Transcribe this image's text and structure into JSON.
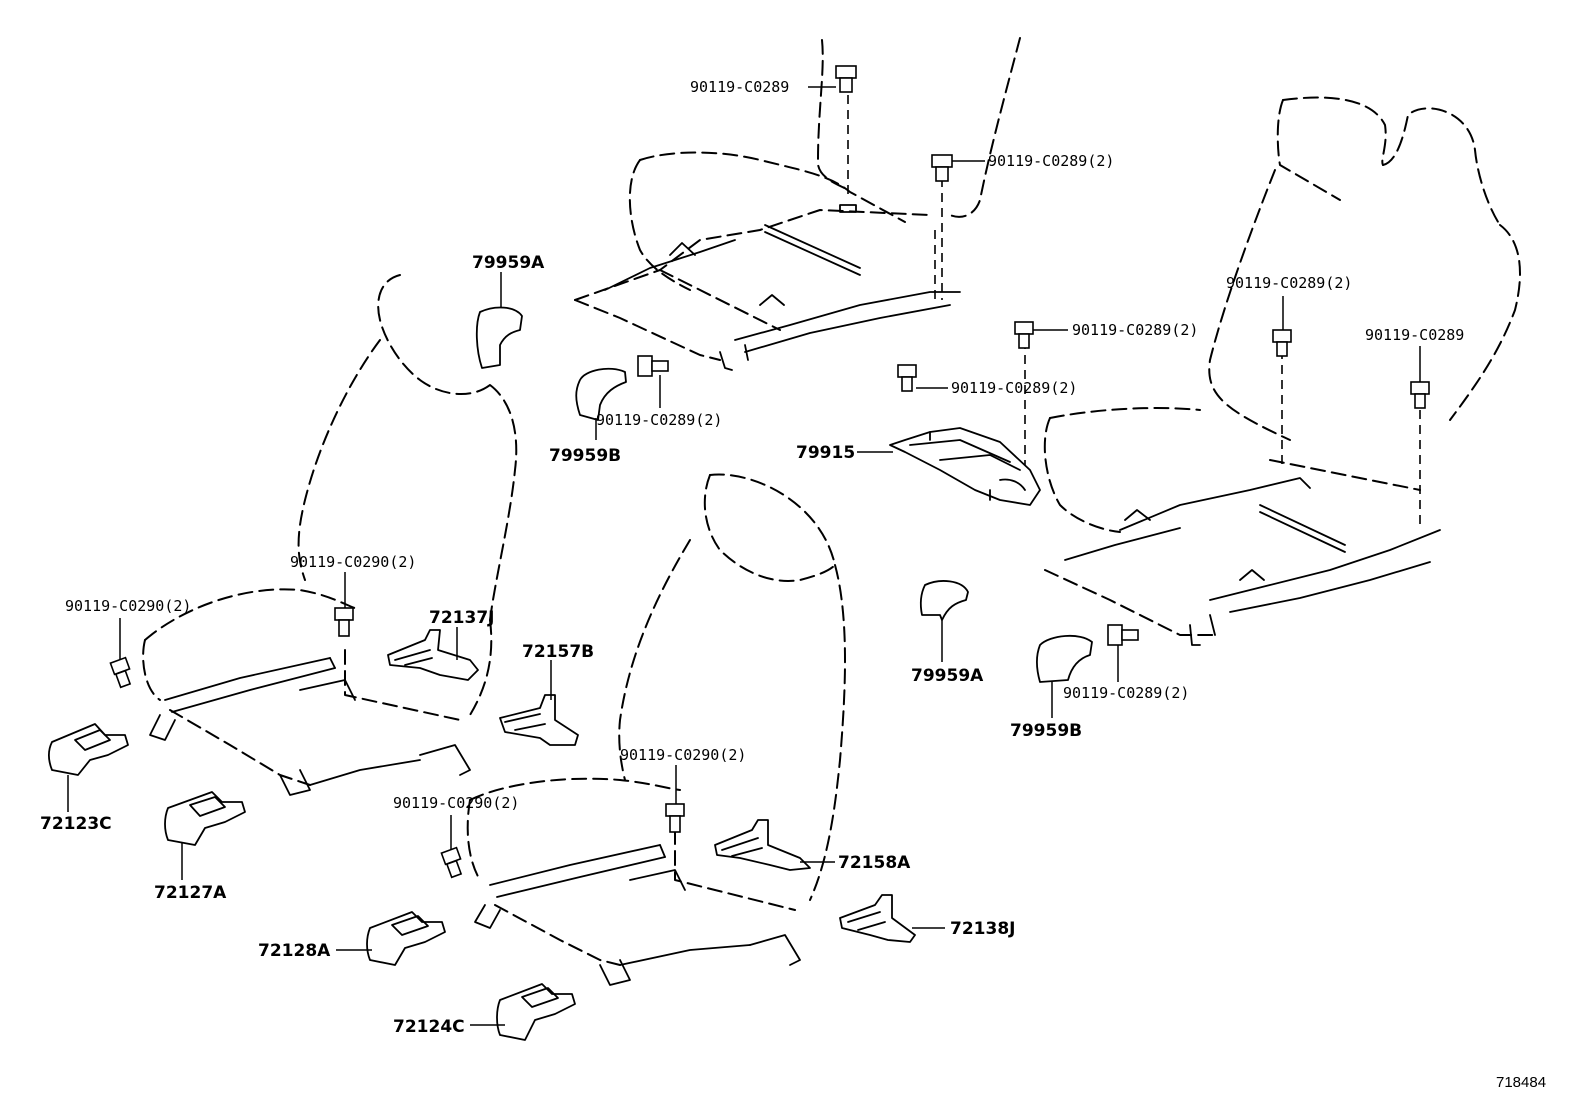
{
  "labels": {
    "p79959A_top": "79959A",
    "p79959B_top": "79959B",
    "p79915": "79915",
    "p79959A_mid": "79959A",
    "p79959B_mid": "79959B",
    "p72137J": "72137J",
    "p72157B": "72157B",
    "p72123C": "72123C",
    "p72127A": "72127A",
    "p72128A": "72128A",
    "p72124C": "72124C",
    "p72158A": "72158A",
    "p72138J": "72138J",
    "b_top_center": "90119-C0289",
    "b_top_right": "90119-C0289(2)",
    "b_center_under": "90119-C0289(2)",
    "b_center_right": "90119-C0289(2)",
    "b_center_mid": "90119-C0289(2)",
    "b_right_a": "90119-C0289(2)",
    "b_right_b": "90119-C0289",
    "b_right_bottom": "90119-C0289(2)",
    "b_left_a": "90119-C0290(2)",
    "b_left_b": "90119-C0290(2)",
    "b_mid_a": "90119-C0290(2)",
    "b_mid_b": "90119-C0290(2)",
    "ref_number": "718484"
  }
}
